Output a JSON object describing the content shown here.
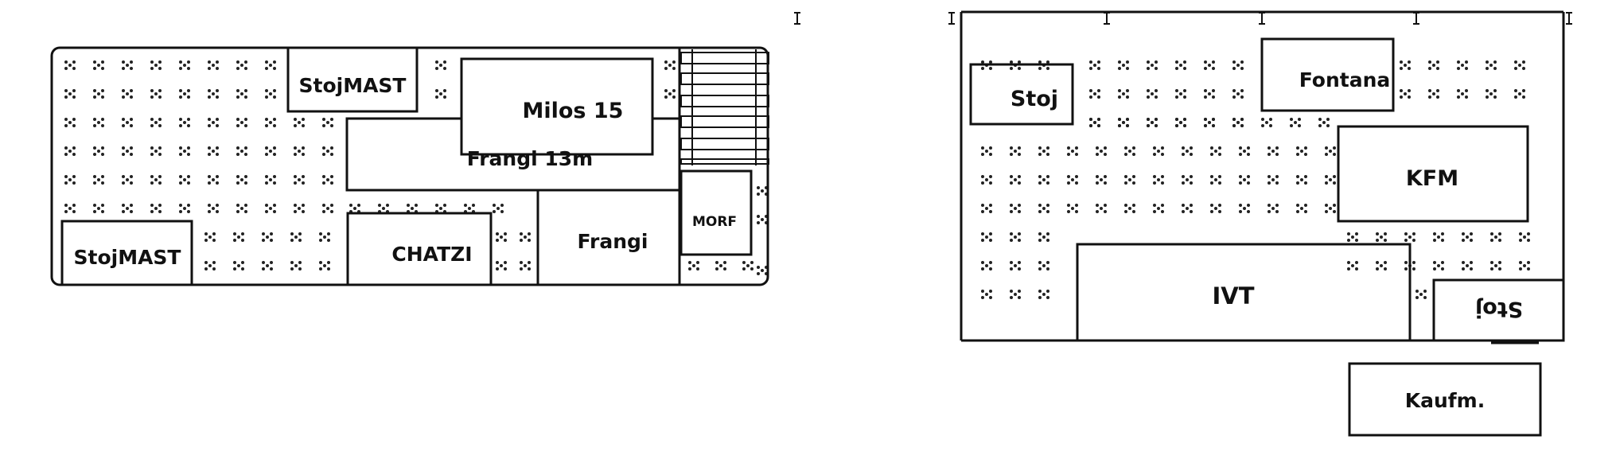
{
  "colors": {
    "ink": "#111111",
    "background": "#ffffff",
    "dots": "#222222"
  },
  "plans": {
    "left": {
      "rooms": {
        "stojmast_top": "StojMAST",
        "milos": "Milos 15",
        "frangi_13": "Frangi 13m",
        "stojmast_bottom": "StojMAST",
        "chatzi": "CHATZI",
        "frangi": "Frangi",
        "morf": "MORF"
      }
    },
    "right": {
      "rooms": {
        "stoj": "Stoj",
        "fontana": "Fontana",
        "kfm": "KFM",
        "ivt": "IVT",
        "stoj_rotated": "Stoj",
        "kaufm": "Kaufm."
      }
    }
  }
}
